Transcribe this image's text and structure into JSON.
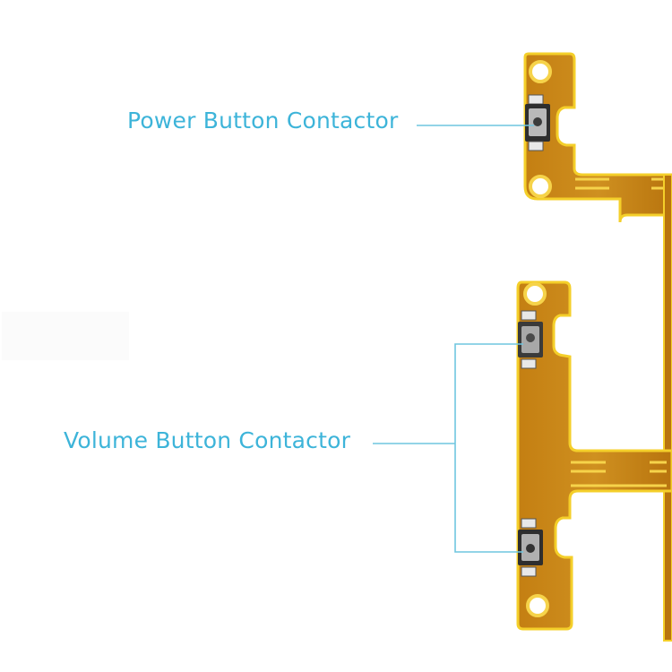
{
  "diagram": {
    "subject": "Power and volume button flex cable",
    "labels": {
      "power": "Power Button Contactor",
      "volume": "Volume Button Contactor"
    },
    "colors": {
      "label_text": "#3db4d9",
      "leader_line": "#6fc6df",
      "flex_body": "#c98a17",
      "flex_edge": "#f4cf2a",
      "trace": "#f6d34a",
      "switch_body": "#2e2e2e",
      "switch_face": "#b9b9b9",
      "background": "#ffffff"
    },
    "components": [
      {
        "name": "power-switch",
        "type": "tactile switch",
        "count": 1
      },
      {
        "name": "volume-up-switch",
        "type": "tactile switch",
        "count": 1
      },
      {
        "name": "volume-down-switch",
        "type": "tactile switch",
        "count": 1
      },
      {
        "name": "mounting-hole",
        "count": 4
      }
    ]
  }
}
